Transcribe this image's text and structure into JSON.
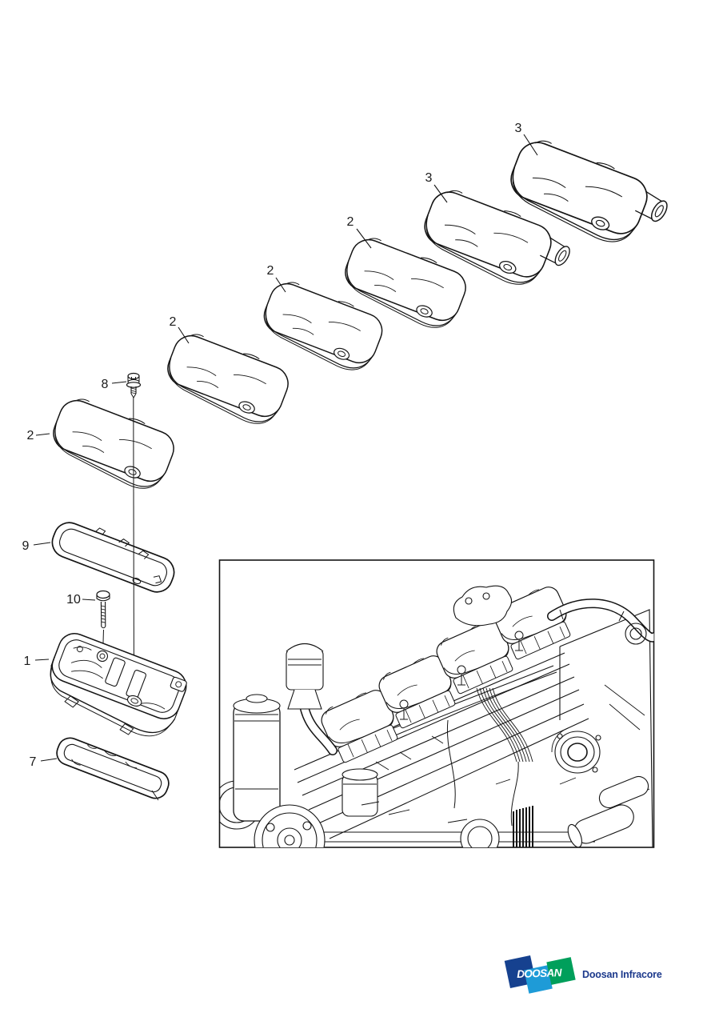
{
  "diagram": {
    "type": "exploded-parts-diagram",
    "subject": "cylinder-head-covers",
    "callouts": [
      {
        "part": "head-cover-with-port-rear",
        "number": "3"
      },
      {
        "part": "head-cover-with-port-front",
        "number": "3"
      },
      {
        "part": "head-cover-a",
        "number": "2"
      },
      {
        "part": "head-cover-b",
        "number": "2"
      },
      {
        "part": "head-cover-c",
        "number": "2"
      },
      {
        "part": "head-cover-d",
        "number": "2"
      },
      {
        "part": "breather-screw",
        "number": "8"
      },
      {
        "part": "upper-gasket",
        "number": "9"
      },
      {
        "part": "flange-bolt",
        "number": "10"
      },
      {
        "part": "lower-head-cover",
        "number": "1"
      },
      {
        "part": "lower-gasket",
        "number": "7"
      }
    ]
  },
  "inset": {
    "content": "engine-assembly-line-art"
  },
  "footer": {
    "logo": {
      "wordmark": "DOOSAN",
      "company": "Doosan Infracore",
      "colors": {
        "dark_blue": "#16418f",
        "light_blue": "#1e9bd7",
        "green": "#009f5b",
        "text_navy": "#1d3a8c"
      }
    }
  }
}
